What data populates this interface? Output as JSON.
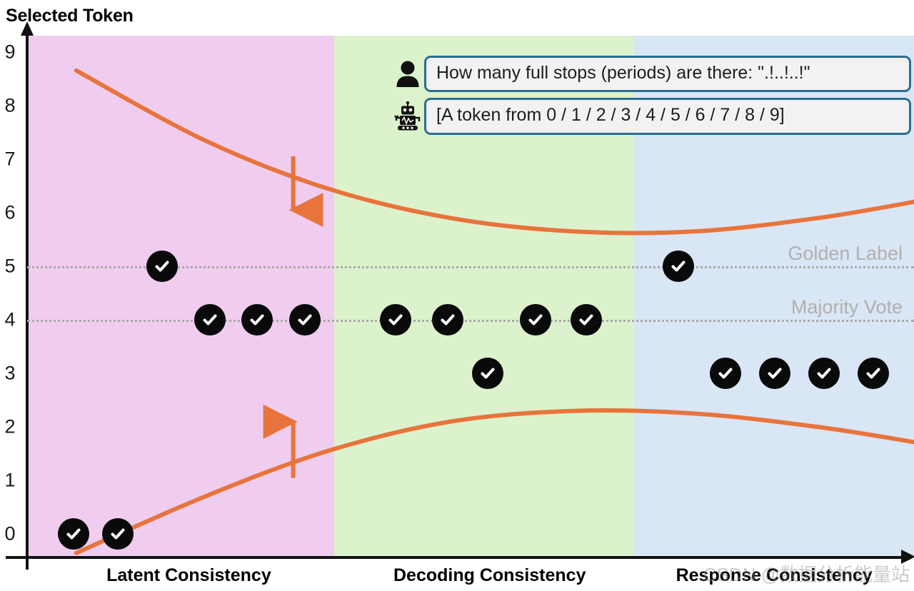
{
  "title": "Selected Token",
  "chart_data": {
    "type": "scatter",
    "title": "Selected Token",
    "xlabel": "",
    "ylabel": "Selected Token",
    "ylim": [
      0,
      9
    ],
    "y_ticks": [
      0,
      1,
      2,
      3,
      4,
      5,
      6,
      7,
      8,
      9
    ],
    "grid": "dotted horizontal reference lines only",
    "legend": "none",
    "bands": [
      {
        "name": "Latent Consistency",
        "label": "Latent Consistency",
        "color": "#f0cdef"
      },
      {
        "name": "Decoding Consistency",
        "label": "Decoding Consistency",
        "color": "#dcf2cc"
      },
      {
        "name": "Response Consistency",
        "label": "Response Consistency",
        "color": "#d9e6f5"
      }
    ],
    "reference_lines": [
      {
        "label": "Golden Label",
        "value": 5,
        "color": "#a9a9a9"
      },
      {
        "label": "Majority Vote",
        "value": 4,
        "color": "#a9a9a9"
      }
    ],
    "tokens": [
      {
        "band": "Latent Consistency",
        "x": 0.068,
        "y": 0
      },
      {
        "band": "Latent Consistency",
        "x": 0.133,
        "y": 0
      },
      {
        "band": "Latent Consistency",
        "x": 0.198,
        "y": 5
      },
      {
        "band": "Latent Consistency",
        "x": 0.268,
        "y": 4
      },
      {
        "band": "Latent Consistency",
        "x": 0.337,
        "y": 4
      },
      {
        "band": "Latent Consistency",
        "x": 0.407,
        "y": 4
      },
      {
        "band": "Decoding Consistency",
        "x": 0.54,
        "y": 4
      },
      {
        "band": "Decoding Consistency",
        "x": 0.617,
        "y": 4
      },
      {
        "band": "Decoding Consistency",
        "x": 0.675,
        "y": 3
      },
      {
        "band": "Decoding Consistency",
        "x": 0.745,
        "y": 4
      },
      {
        "band": "Decoding Consistency",
        "x": 0.82,
        "y": 4
      },
      {
        "band": "Response Consistency",
        "x": 0.955,
        "y": 5
      },
      {
        "band": "Response Consistency",
        "x": 1.024,
        "y": 3
      },
      {
        "band": "Response Consistency",
        "x": 1.096,
        "y": 3
      },
      {
        "band": "Response Consistency",
        "x": 1.168,
        "y": 3
      },
      {
        "band": "Response Consistency",
        "x": 1.24,
        "y": 3
      }
    ],
    "envelope": {
      "color": "#e8743c",
      "upper": [
        {
          "x": 0.072,
          "y": 8.65
        },
        {
          "x": 0.26,
          "y": 7.35
        },
        {
          "x": 0.44,
          "y": 6.45
        },
        {
          "x": 0.62,
          "y": 5.9
        },
        {
          "x": 0.8,
          "y": 5.65
        },
        {
          "x": 0.98,
          "y": 5.65
        },
        {
          "x": 1.16,
          "y": 5.9
        },
        {
          "x": 1.3,
          "y": 6.2
        }
      ],
      "lower": [
        {
          "x": 0.072,
          "y": -0.35
        },
        {
          "x": 0.26,
          "y": 0.7
        },
        {
          "x": 0.44,
          "y": 1.55
        },
        {
          "x": 0.62,
          "y": 2.1
        },
        {
          "x": 0.8,
          "y": 2.3
        },
        {
          "x": 0.98,
          "y": 2.25
        },
        {
          "x": 1.16,
          "y": 2.0
        },
        {
          "x": 1.3,
          "y": 1.72
        }
      ]
    },
    "annotation_arrows": [
      {
        "direction": "down",
        "x": 0.39,
        "y_from": 7.05,
        "y_to": 6.05,
        "color": "#e8743c"
      },
      {
        "direction": "up",
        "x": 0.39,
        "y_from": 1.05,
        "y_to": 2.1,
        "color": "#e8743c"
      }
    ]
  },
  "dialogue": [
    {
      "speaker_icon": "user-icon",
      "speaker": "user",
      "text": "How many full stops (periods) are there: \".!..!..!\""
    },
    {
      "speaker_icon": "robot-icon",
      "speaker": "assistant",
      "text": "[A token from 0 / 1 / 2 / 3 / 4 / 5 / 6 / 7 / 8 / 9]"
    }
  ],
  "watermark": "CSDN @数据分析能量站",
  "colors": {
    "band_latent": "#f0cdef",
    "band_decoding": "#dcf2cc",
    "band_response": "#d9e6f5",
    "curve": "#e8743c",
    "token": "#0a0a0a",
    "reference": "#a9a9a9",
    "bubble_border": "#2b6e93",
    "bubble_fill": "#f2f2f2"
  }
}
